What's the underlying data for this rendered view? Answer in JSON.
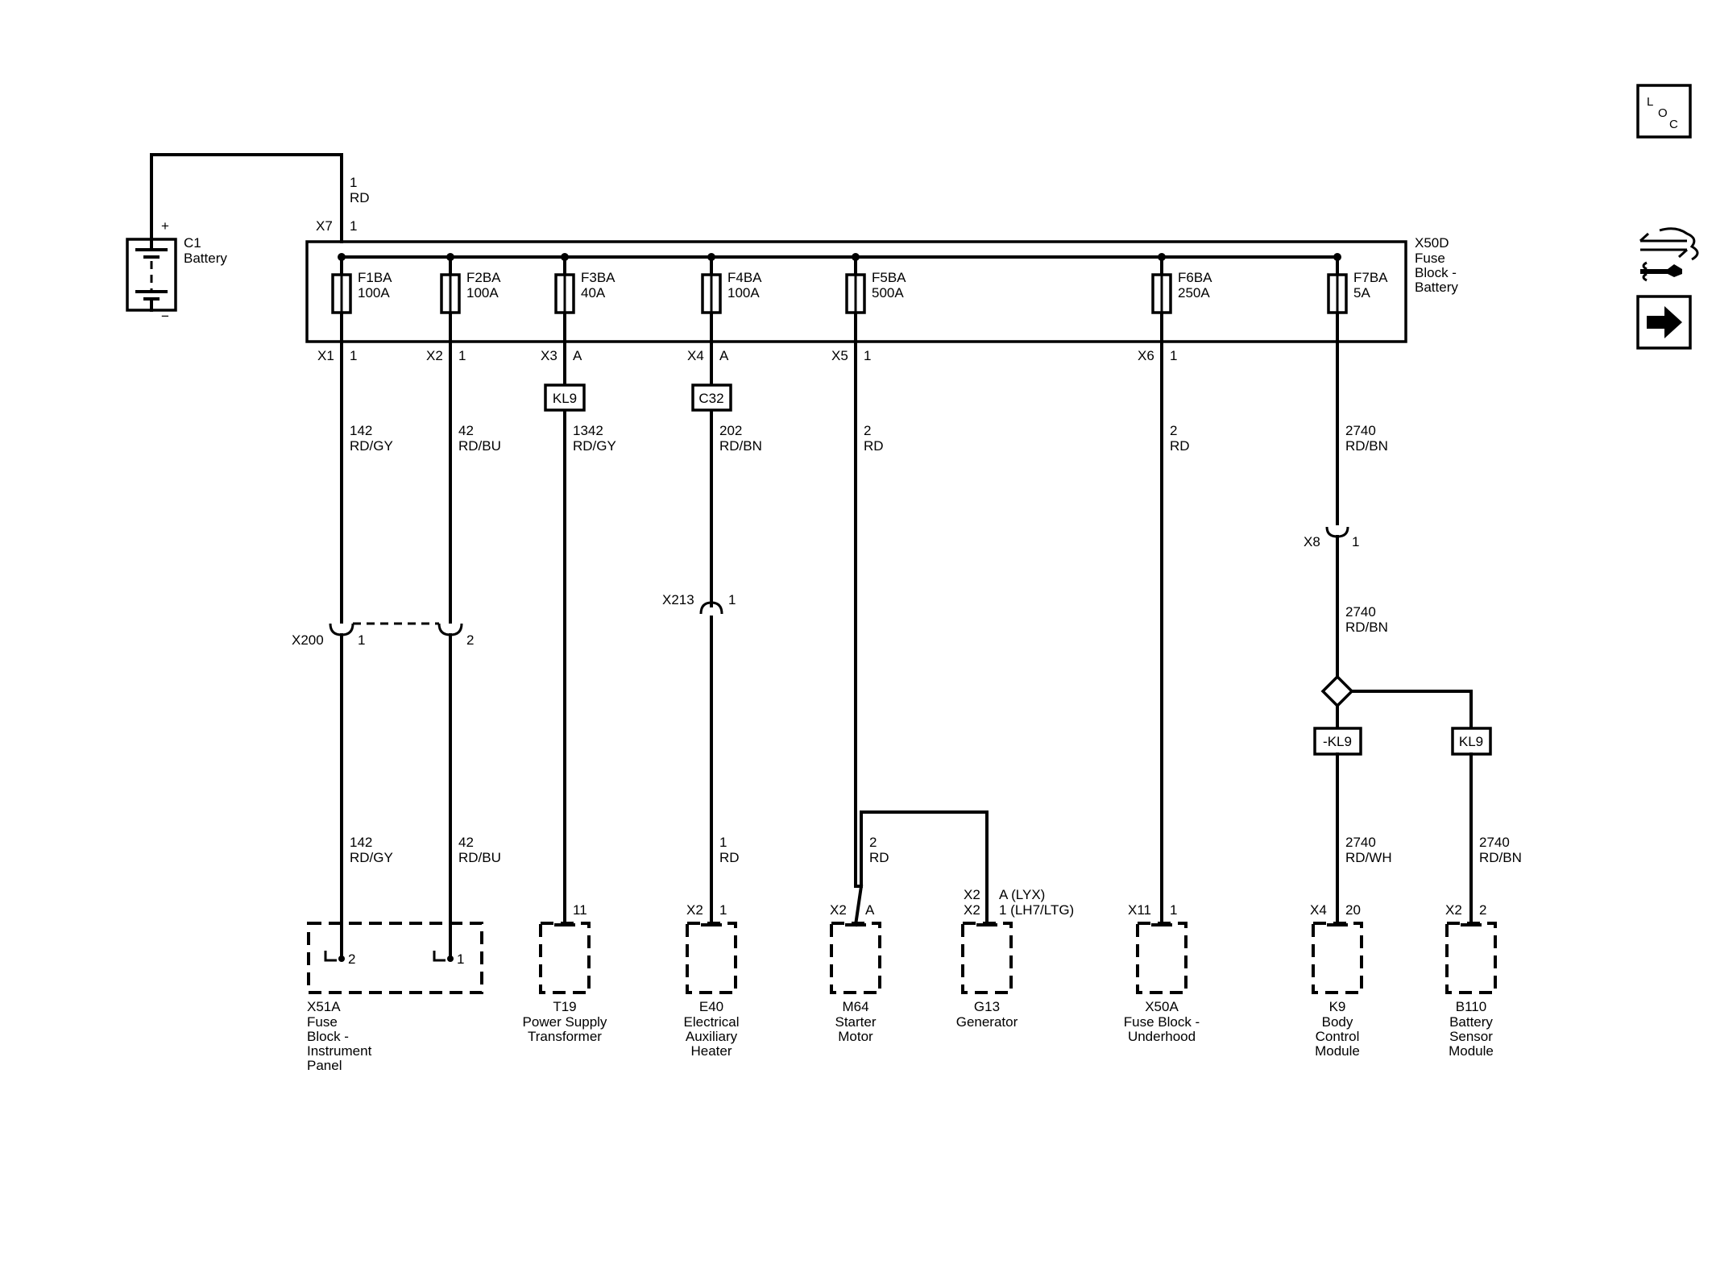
{
  "battery": {
    "ref": "C1",
    "name": "Battery",
    "plus": "+",
    "minus": "−"
  },
  "battery_wire": {
    "num": "1",
    "color": "RD",
    "conn": "X7",
    "pin": "1"
  },
  "fuse_block": {
    "ref": "X50D",
    "name_lines": [
      "Fuse",
      "Block -",
      "Battery"
    ]
  },
  "fuses": [
    {
      "name": "F1BA",
      "rating": "100A",
      "conn": "X1",
      "pin": "1"
    },
    {
      "name": "F2BA",
      "rating": "100A",
      "conn": "X2",
      "pin": "1"
    },
    {
      "name": "F3BA",
      "rating": "40A",
      "conn": "X3",
      "pin": "A"
    },
    {
      "name": "F4BA",
      "rating": "100A",
      "conn": "X4",
      "pin": "A"
    },
    {
      "name": "F5BA",
      "rating": "500A",
      "conn": "X5",
      "pin": "1"
    },
    {
      "name": "F6BA",
      "rating": "250A",
      "conn": "X6",
      "pin": "1"
    },
    {
      "name": "F7BA",
      "rating": "5A",
      "conn": "",
      "pin": ""
    }
  ],
  "tags": {
    "kl9_f3": "KL9",
    "c32": "C32",
    "minus_kl9": "-KL9",
    "kl9_b110": "KL9"
  },
  "wires": {
    "f1_upper": {
      "num": "142",
      "color": "RD/GY"
    },
    "f2_upper": {
      "num": "42",
      "color": "RD/BU"
    },
    "f3": {
      "num": "1342",
      "color": "RD/GY"
    },
    "f4_upper": {
      "num": "202",
      "color": "RD/BN"
    },
    "f5": {
      "num": "2",
      "color": "RD"
    },
    "f6": {
      "num": "2",
      "color": "RD"
    },
    "f7_upper": {
      "num": "2740",
      "color": "RD/BN"
    },
    "f7_mid": {
      "num": "2740",
      "color": "RD/BN"
    },
    "f1_lower": {
      "num": "142",
      "color": "RD/GY"
    },
    "f2_lower": {
      "num": "42",
      "color": "RD/BU"
    },
    "f4_lower": {
      "num": "1",
      "color": "RD"
    },
    "g13_branch": {
      "num": "2",
      "color": "RD"
    },
    "k9": {
      "num": "2740",
      "color": "RD/WH"
    },
    "b110": {
      "num": "2740",
      "color": "RD/BN"
    }
  },
  "inline_connectors": {
    "x200": {
      "ref": "X200",
      "pin1": "1",
      "pin2": "2"
    },
    "x213": {
      "ref": "X213",
      "pin": "1"
    },
    "x8": {
      "ref": "X8",
      "pin": "1"
    }
  },
  "components": {
    "x51a": {
      "lines": [
        "X51A",
        "Fuse",
        "Block -",
        "Instrument",
        "Panel"
      ],
      "pin_a": "2",
      "pin_b": "1"
    },
    "t19": {
      "pin": "11",
      "lines": [
        "T19",
        "Power Supply",
        "Transformer"
      ]
    },
    "e40": {
      "conn": "X2",
      "pin": "1",
      "lines": [
        "E40",
        "Electrical",
        "Auxiliary",
        "Heater"
      ]
    },
    "m64": {
      "conn": "X2",
      "pin": "A",
      "lines": [
        "M64",
        "Starter",
        "Motor"
      ]
    },
    "g13": {
      "conn1": "X2",
      "pin1": "A  (LYX)",
      "conn2": "X2",
      "pin2": "1 (LH7/LTG)",
      "lines": [
        "G13",
        "Generator"
      ]
    },
    "x50a": {
      "conn": "X11",
      "pin": "1",
      "lines": [
        "X50A",
        "Fuse Block -",
        "Underhood"
      ]
    },
    "k9": {
      "conn": "X4",
      "pin": "20",
      "lines": [
        "K9",
        "Body",
        "Control",
        "Module"
      ]
    },
    "b110": {
      "conn": "X2",
      "pin": "2",
      "lines": [
        "B110",
        "Battery",
        "Sensor",
        "Module"
      ]
    }
  },
  "nav": {
    "loc_l": "L",
    "loc_o": "O",
    "loc_c": "C",
    "icons": [
      "location-icon",
      "connector-wrench-icon",
      "next-arrow-icon"
    ]
  }
}
